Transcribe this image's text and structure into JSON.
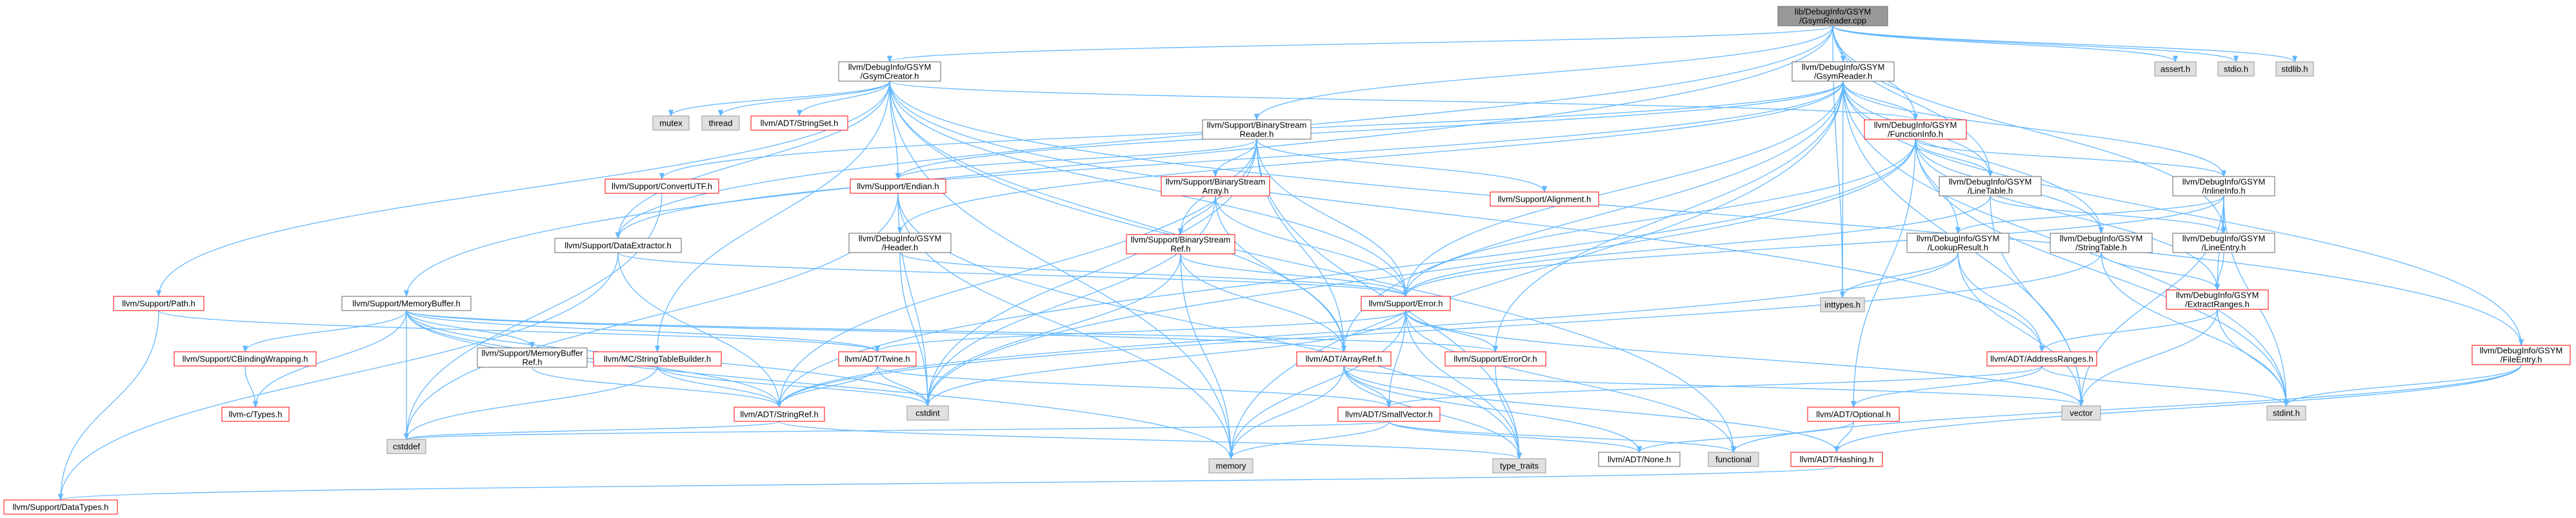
{
  "colors": {
    "edge": "#63b8ff",
    "focus_fill": "#999999",
    "focus_border": "#666666",
    "normal_border": "#ff0000",
    "normal_fill": "#ffffff",
    "system_fill": "#e0e0e0",
    "system_border": "#999999",
    "plain_border": "#666666"
  },
  "nodes": {
    "root": {
      "lines": [
        "lib/DebugInfo/GSYM",
        "/GsymReader.cpp"
      ],
      "kind": "focus"
    },
    "gsymcreator": {
      "lines": [
        "llvm/DebugInfo/GSYM",
        "/GsymCreator.h"
      ],
      "kind": "plain"
    },
    "gsymreader": {
      "lines": [
        "llvm/DebugInfo/GSYM",
        "/GsymReader.h"
      ],
      "kind": "plain"
    },
    "assert": {
      "lines": [
        "assert.h"
      ],
      "kind": "system"
    },
    "stdio": {
      "lines": [
        "stdio.h"
      ],
      "kind": "system"
    },
    "stdlib": {
      "lines": [
        "stdlib.h"
      ],
      "kind": "system"
    },
    "mutex": {
      "lines": [
        "mutex"
      ],
      "kind": "system"
    },
    "thread": {
      "lines": [
        "thread"
      ],
      "kind": "system"
    },
    "stringset": {
      "lines": [
        "llvm/ADT/StringSet.h"
      ],
      "kind": "normal"
    },
    "bsreader": {
      "lines": [
        "llvm/Support/BinaryStream",
        "Reader.h"
      ],
      "kind": "plain"
    },
    "functioninfo": {
      "lines": [
        "llvm/DebugInfo/GSYM",
        "/FunctionInfo.h"
      ],
      "kind": "normal"
    },
    "convertutf": {
      "lines": [
        "llvm/Support/ConvertUTF.h"
      ],
      "kind": "normal"
    },
    "endian": {
      "lines": [
        "llvm/Support/Endian.h"
      ],
      "kind": "normal"
    },
    "bsarray": {
      "lines": [
        "llvm/Support/BinaryStream",
        "Array.h"
      ],
      "kind": "normal"
    },
    "alignment": {
      "lines": [
        "llvm/Support/Alignment.h"
      ],
      "kind": "normal"
    },
    "linetable": {
      "lines": [
        "llvm/DebugInfo/GSYM",
        "/LineTable.h"
      ],
      "kind": "plain"
    },
    "inlineinfo": {
      "lines": [
        "llvm/DebugInfo/GSYM",
        "/InlineInfo.h"
      ],
      "kind": "plain"
    },
    "dataextractor": {
      "lines": [
        "llvm/Support/DataExtractor.h"
      ],
      "kind": "plain"
    },
    "header": {
      "lines": [
        "llvm/DebugInfo/GSYM",
        "/Header.h"
      ],
      "kind": "plain"
    },
    "bsref": {
      "lines": [
        "llvm/Support/BinaryStream",
        "Ref.h"
      ],
      "kind": "normal"
    },
    "lookupresult": {
      "lines": [
        "llvm/DebugInfo/GSYM",
        "/LookupResult.h"
      ],
      "kind": "plain"
    },
    "stringtable": {
      "lines": [
        "llvm/DebugInfo/GSYM",
        "/StringTable.h"
      ],
      "kind": "plain"
    },
    "lineentry": {
      "lines": [
        "llvm/DebugInfo/GSYM",
        "/LineEntry.h"
      ],
      "kind": "plain"
    },
    "path": {
      "lines": [
        "llvm/Support/Path.h"
      ],
      "kind": "normal"
    },
    "memorybuffer": {
      "lines": [
        "llvm/Support/MemoryBuffer.h"
      ],
      "kind": "plain"
    },
    "error": {
      "lines": [
        "llvm/Support/Error.h"
      ],
      "kind": "normal"
    },
    "inttypes": {
      "lines": [
        "inttypes.h"
      ],
      "kind": "system"
    },
    "extractranges": {
      "lines": [
        "llvm/DebugInfo/GSYM",
        "/ExtractRanges.h"
      ],
      "kind": "normal"
    },
    "cbindingwrapping": {
      "lines": [
        "llvm/Support/CBindingWrapping.h"
      ],
      "kind": "normal"
    },
    "membufferref": {
      "lines": [
        "llvm/Support/MemoryBuffer",
        "Ref.h"
      ],
      "kind": "plain"
    },
    "stringtablebuilder": {
      "lines": [
        "llvm/MC/StringTableBuilder.h"
      ],
      "kind": "normal"
    },
    "twine": {
      "lines": [
        "llvm/ADT/Twine.h"
      ],
      "kind": "normal"
    },
    "arrayref": {
      "lines": [
        "llvm/ADT/ArrayRef.h"
      ],
      "kind": "normal"
    },
    "erroror": {
      "lines": [
        "llvm/Support/ErrorOr.h"
      ],
      "kind": "normal"
    },
    "addressranges": {
      "lines": [
        "llvm/ADT/AddressRanges.h"
      ],
      "kind": "normal"
    },
    "fileentry": {
      "lines": [
        "llvm/DebugInfo/GSYM",
        "/FileEntry.h"
      ],
      "kind": "normal"
    },
    "ctypes": {
      "lines": [
        "llvm-c/Types.h"
      ],
      "kind": "normal"
    },
    "cstdint": {
      "lines": [
        "cstdint"
      ],
      "kind": "system"
    },
    "vector": {
      "lines": [
        "vector"
      ],
      "kind": "system"
    },
    "stdint": {
      "lines": [
        "stdint.h"
      ],
      "kind": "system"
    },
    "stringref": {
      "lines": [
        "llvm/ADT/StringRef.h"
      ],
      "kind": "normal"
    },
    "smallvector": {
      "lines": [
        "llvm/ADT/SmallVector.h"
      ],
      "kind": "normal"
    },
    "optional": {
      "lines": [
        "llvm/ADT/Optional.h"
      ],
      "kind": "normal"
    },
    "cstddef": {
      "lines": [
        "cstddef"
      ],
      "kind": "system"
    },
    "memory": {
      "lines": [
        "memory"
      ],
      "kind": "system"
    },
    "typetraits": {
      "lines": [
        "type_traits"
      ],
      "kind": "system"
    },
    "none": {
      "lines": [
        "llvm/ADT/None.h"
      ],
      "kind": "plain"
    },
    "functional": {
      "lines": [
        "functional"
      ],
      "kind": "system"
    },
    "hashing": {
      "lines": [
        "llvm/ADT/Hashing.h"
      ],
      "kind": "normal"
    },
    "datatypes": {
      "lines": [
        "llvm/Support/DataTypes.h"
      ],
      "kind": "normal"
    }
  },
  "edges": [
    [
      "root",
      "gsymcreator"
    ],
    [
      "root",
      "gsymreader"
    ],
    [
      "root",
      "assert"
    ],
    [
      "root",
      "stdio"
    ],
    [
      "root",
      "stdlib"
    ],
    [
      "root",
      "dataextractor"
    ],
    [
      "root",
      "memorybuffer"
    ],
    [
      "root",
      "bsreader"
    ],
    [
      "root",
      "functioninfo"
    ],
    [
      "root",
      "linetable"
    ],
    [
      "root",
      "lineentry"
    ],
    [
      "root",
      "inttypes"
    ],
    [
      "gsymcreator",
      "mutex"
    ],
    [
      "gsymcreator",
      "thread"
    ],
    [
      "gsymcreator",
      "stringset"
    ],
    [
      "gsymcreator",
      "functioninfo"
    ],
    [
      "gsymcreator",
      "endian"
    ],
    [
      "gsymcreator",
      "error"
    ],
    [
      "gsymcreator",
      "path"
    ],
    [
      "gsymcreator",
      "stringtablebuilder"
    ],
    [
      "gsymcreator",
      "addressranges"
    ],
    [
      "gsymcreator",
      "arrayref"
    ],
    [
      "gsymcreator",
      "fileentry"
    ],
    [
      "gsymcreator",
      "memory"
    ],
    [
      "gsymcreator",
      "functional"
    ],
    [
      "gsymcreator",
      "dataextractor"
    ],
    [
      "gsymreader",
      "functioninfo"
    ],
    [
      "gsymreader",
      "header"
    ],
    [
      "gsymreader",
      "linetable"
    ],
    [
      "gsymreader",
      "stringtable"
    ],
    [
      "gsymreader",
      "inlineinfo"
    ],
    [
      "gsymreader",
      "fileentry"
    ],
    [
      "gsymreader",
      "endian"
    ],
    [
      "gsymreader",
      "error"
    ],
    [
      "gsymreader",
      "erroror"
    ],
    [
      "gsymreader",
      "arrayref"
    ],
    [
      "gsymreader",
      "dataextractor"
    ],
    [
      "gsymreader",
      "memory"
    ],
    [
      "gsymreader",
      "inttypes"
    ],
    [
      "gsymreader",
      "vector"
    ],
    [
      "gsymreader",
      "stdint"
    ],
    [
      "gsymreader",
      "convertutf"
    ],
    [
      "bsreader",
      "bsarray"
    ],
    [
      "bsreader",
      "bsref"
    ],
    [
      "bsreader",
      "endian"
    ],
    [
      "bsreader",
      "alignment"
    ],
    [
      "bsreader",
      "error"
    ],
    [
      "bsreader",
      "arrayref"
    ],
    [
      "bsreader",
      "stringref"
    ],
    [
      "bsreader",
      "typetraits"
    ],
    [
      "bsreader",
      "cstdint"
    ],
    [
      "bsarray",
      "bsref"
    ],
    [
      "bsarray",
      "error"
    ],
    [
      "bsarray",
      "arrayref"
    ],
    [
      "bsarray",
      "cstdint"
    ],
    [
      "bsref",
      "error"
    ],
    [
      "bsref",
      "arrayref"
    ],
    [
      "bsref",
      "memory"
    ],
    [
      "bsref",
      "cstdint"
    ],
    [
      "functioninfo",
      "linetable"
    ],
    [
      "functioninfo",
      "inlineinfo"
    ],
    [
      "functioninfo",
      "lookupresult"
    ],
    [
      "functioninfo",
      "stringtable"
    ],
    [
      "functioninfo",
      "extractranges"
    ],
    [
      "functioninfo",
      "optional"
    ],
    [
      "functioninfo",
      "error"
    ],
    [
      "functioninfo",
      "stdint"
    ],
    [
      "functioninfo",
      "stringref"
    ],
    [
      "functioninfo",
      "cstdint"
    ],
    [
      "linetable",
      "lineentry"
    ],
    [
      "linetable",
      "error"
    ],
    [
      "linetable",
      "vector"
    ],
    [
      "inlineinfo",
      "lineentry"
    ],
    [
      "inlineinfo",
      "lookupresult"
    ],
    [
      "inlineinfo",
      "extractranges"
    ],
    [
      "inlineinfo",
      "error"
    ],
    [
      "inlineinfo",
      "vector"
    ],
    [
      "inlineinfo",
      "stdint"
    ],
    [
      "lookupresult",
      "addressranges"
    ],
    [
      "lookupresult",
      "inttypes"
    ],
    [
      "lookupresult",
      "vector"
    ],
    [
      "lookupresult",
      "stringref"
    ],
    [
      "stringtable",
      "stringref"
    ],
    [
      "stringtable",
      "extractranges"
    ],
    [
      "stringtable",
      "stdint"
    ],
    [
      "lineentry",
      "extractranges"
    ],
    [
      "extractranges",
      "addressranges"
    ],
    [
      "extractranges",
      "vector"
    ],
    [
      "extractranges",
      "stdint"
    ],
    [
      "header",
      "error"
    ],
    [
      "header",
      "cstdint"
    ],
    [
      "dataextractor",
      "error"
    ],
    [
      "dataextractor",
      "stringref"
    ],
    [
      "dataextractor",
      "datatypes"
    ],
    [
      "endian",
      "memory"
    ],
    [
      "endian",
      "cstdint"
    ],
    [
      "endian",
      "cstddef"
    ],
    [
      "endian",
      "typetraits"
    ],
    [
      "convertutf",
      "cstddef"
    ],
    [
      "path",
      "twine"
    ],
    [
      "path",
      "datatypes"
    ],
    [
      "memorybuffer",
      "cbindingwrapping"
    ],
    [
      "memorybuffer",
      "ctypes"
    ],
    [
      "memorybuffer",
      "membufferref"
    ],
    [
      "memorybuffer",
      "twine"
    ],
    [
      "memorybuffer",
      "arrayref"
    ],
    [
      "memorybuffer",
      "stringref"
    ],
    [
      "memorybuffer",
      "erroror"
    ],
    [
      "memorybuffer",
      "cstddef"
    ],
    [
      "memorybuffer",
      "cstdint"
    ],
    [
      "memorybuffer",
      "memory"
    ],
    [
      "cbindingwrapping",
      "ctypes"
    ],
    [
      "membufferref",
      "stringref"
    ],
    [
      "stringtablebuilder",
      "stringref"
    ],
    [
      "stringtablebuilder",
      "cstddef"
    ],
    [
      "stringtablebuilder",
      "cstdint"
    ],
    [
      "error",
      "twine"
    ],
    [
      "error",
      "erroror"
    ],
    [
      "error",
      "smallvector"
    ],
    [
      "error",
      "memory"
    ],
    [
      "error",
      "functional"
    ],
    [
      "error",
      "typetraits"
    ],
    [
      "error",
      "cstdint"
    ],
    [
      "error",
      "vector"
    ],
    [
      "twine",
      "stringref"
    ],
    [
      "twine",
      "smallvector"
    ],
    [
      "twine",
      "cstdint"
    ],
    [
      "arrayref",
      "hashing"
    ],
    [
      "arrayref",
      "none"
    ],
    [
      "arrayref",
      "smallvector"
    ],
    [
      "arrayref",
      "memory"
    ],
    [
      "arrayref",
      "typetraits"
    ],
    [
      "arrayref",
      "vector"
    ],
    [
      "erroror",
      "typetraits"
    ],
    [
      "addressranges",
      "optional"
    ],
    [
      "addressranges",
      "smallvector"
    ],
    [
      "addressranges",
      "stdint"
    ],
    [
      "fileentry",
      "hashing"
    ],
    [
      "fileentry",
      "functional"
    ],
    [
      "fileentry",
      "stdint"
    ],
    [
      "stringref",
      "cstddef"
    ],
    [
      "stringref",
      "typetraits"
    ],
    [
      "smallvector",
      "cstddef"
    ],
    [
      "smallvector",
      "memory"
    ],
    [
      "smallvector",
      "functional"
    ],
    [
      "smallvector",
      "none"
    ],
    [
      "optional",
      "hashing"
    ],
    [
      "optional",
      "none"
    ],
    [
      "hashing",
      "datatypes"
    ]
  ]
}
